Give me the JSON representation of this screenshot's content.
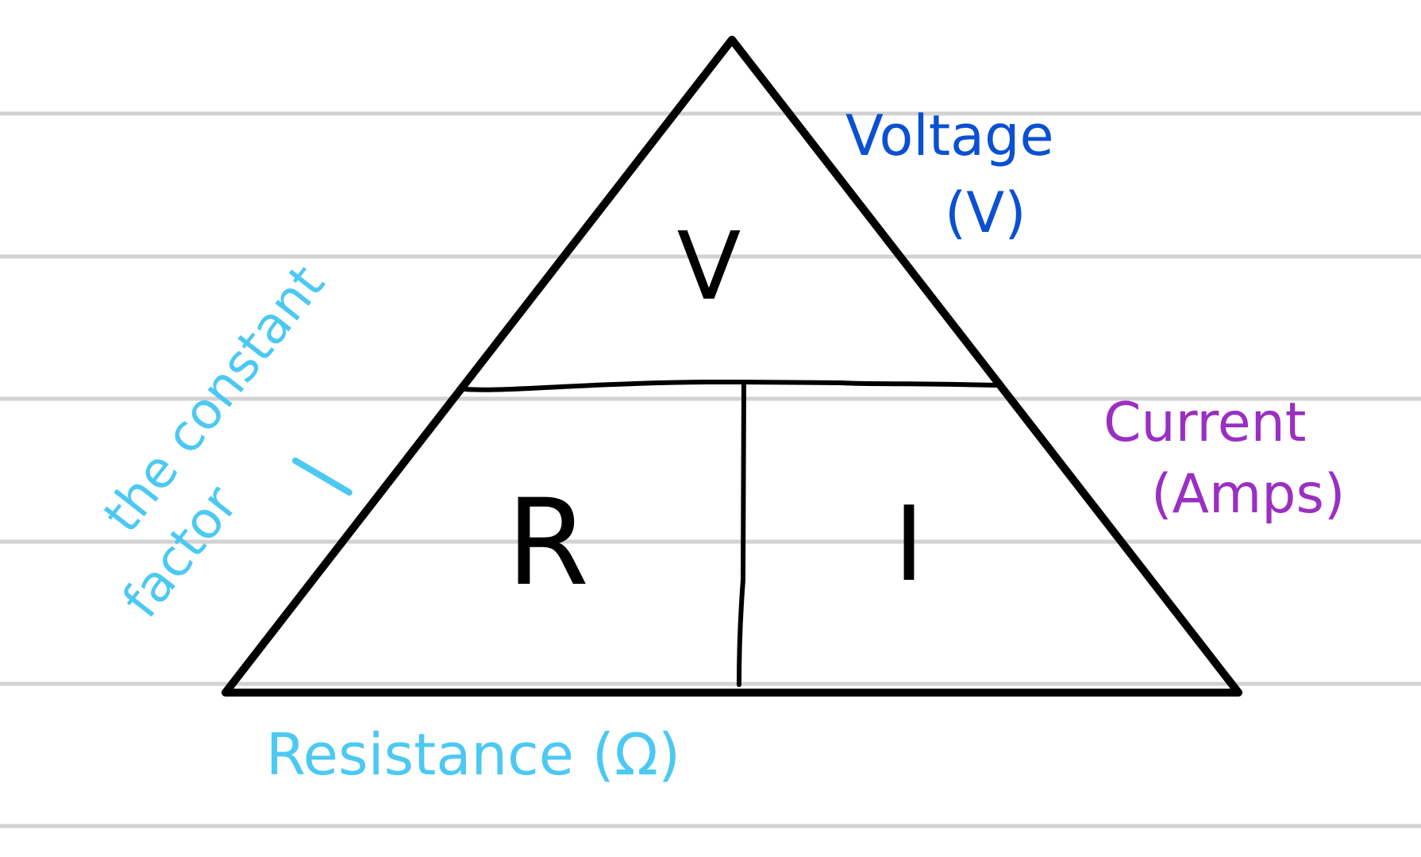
{
  "diagram": {
    "symbols": {
      "top": "V",
      "bottom_left": "R",
      "bottom_right": "I"
    },
    "labels": {
      "voltage": "Voltage",
      "voltage_unit": "(V)",
      "current": "Current",
      "current_unit": "(Amps)",
      "resistance": "Resistance (Ω)",
      "constant_line1": "the constant",
      "constant_line2": "factor"
    },
    "colors": {
      "voltage": "#0a50d2",
      "current": "#9a2fc2",
      "resistance": "#4cc9f3",
      "constant": "#4cc9f3",
      "lines": "#000000",
      "ruled_lines": "#d2d2d2"
    }
  }
}
